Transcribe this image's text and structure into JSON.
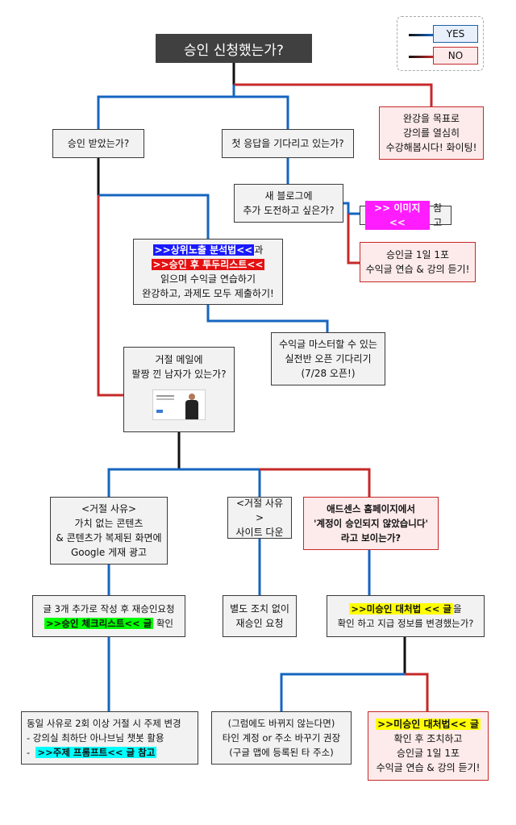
{
  "legend": {
    "yes_label": "YES",
    "no_label": "NO"
  },
  "title": "승인 신청했는가?",
  "nodes": {
    "approved": "승인 받았는가?",
    "waiting": "첫 응답을 기다리고 있는가?",
    "start_over": [
      "완강을 목표로",
      "강의를 열심히",
      "수강해봅시다! 화이팅!"
    ],
    "new_blog": [
      "새 블로그에",
      "추가 도전하고 싶은가?"
    ],
    "image_ref": {
      "hl": ">> 이미지 <<",
      "rest": "참고"
    },
    "approval_post": [
      "승인글 1일 1포",
      "수익글 연습 & 강의 듣기!"
    ],
    "seo": {
      "hl1": ">>상위노출 분석법<<",
      "mid1": "과",
      "hl2": ">>승인 후 투두리스트<<",
      "line3": "읽으며 수익글 연습하기",
      "line4": "완강하고, 과제도 모두 제출하기!"
    },
    "master": [
      "수익글 마스터할 수 있는",
      "실전반 오픈 기다리기",
      "(7/28 오픈!)"
    ],
    "reject_mail": {
      "lines": [
        "거절 메일에",
        "팔짱 낀 남자가 있는가?"
      ],
      "thumb_icon": "rejection-email-thumbnail"
    },
    "reason_a": [
      "<거절 사유>",
      "가치 없는 콘텐츠",
      "& 콘텐츠가 복제된 화면에",
      "Google 게재 광고"
    ],
    "reason_b": [
      "<거절 사유>",
      "사이트 다운"
    ],
    "adsense": [
      "애드센스 홈페이지에서",
      "'계정이 승인되지 않았습니다'",
      "라고 보이는가?"
    ],
    "add_posts": {
      "line1": "글 3개 추가로 작성 후 재승인요청",
      "hl": ">>승인 체크리스트<< 글",
      "rest": " 확인"
    },
    "reapply": [
      "별도 조치 없이",
      "재승인 요청"
    ],
    "fix_guide": {
      "hl": ">>미승인 대처법 << 글",
      "mid": "을",
      "line2": "확인 하고 지급 정보를 변경했는가?"
    },
    "twice": {
      "line1": "동일 사유로 2회 이상 거절 시 주제 변경",
      "line2": "-  강의실 최하단 아나브님 챗봇 활용",
      "line3_prefix": "-  ",
      "line3_hl": ">>주제 프롬프트<< 글 참고"
    },
    "still": [
      "(그럼에도 바뀌지 않는다면)",
      "타인 계정 or 주소 바꾸기 권장",
      "(구글 맵에 등록된 타 주소)"
    ],
    "fix_then": {
      "hl": ">>미승인 대처법<< 글",
      "lines": [
        "확인 후 조치하고",
        "승인글 1일 1포",
        "수익글 연습 & 강의 듣기!"
      ]
    }
  },
  "colors": {
    "yes": "#1565c0",
    "no": "#c62828",
    "neutral": "#111111"
  }
}
